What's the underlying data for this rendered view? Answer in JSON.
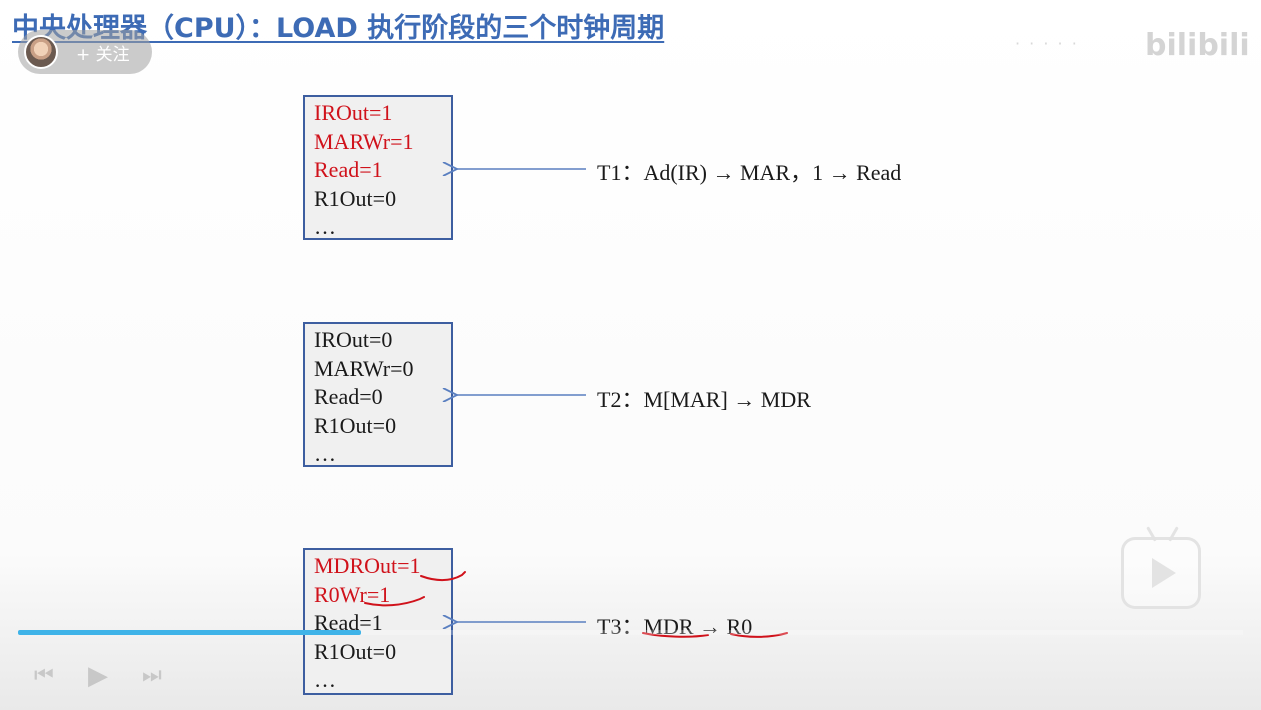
{
  "slide": {
    "title": "中央处理器（CPU）：LOAD 执行阶段的三个时钟周期",
    "cycles": [
      {
        "signals": [
          {
            "text": "IROut=1",
            "active": true
          },
          {
            "text": "MARWr=1",
            "active": true
          },
          {
            "text": "Read=1",
            "active": true
          },
          {
            "text": "R1Out=0",
            "active": false
          },
          {
            "text": "…",
            "active": false
          }
        ],
        "description": "T1：Ad(IR) → MAR，1 → Read"
      },
      {
        "signals": [
          {
            "text": "IROut=0",
            "active": false
          },
          {
            "text": "MARWr=0",
            "active": false
          },
          {
            "text": "Read=0",
            "active": false
          },
          {
            "text": "R1Out=0",
            "active": false
          },
          {
            "text": "…",
            "active": false
          }
        ],
        "description": "T2：M[MAR] → MDR"
      },
      {
        "signals": [
          {
            "text": "MDROut=1",
            "active": true
          },
          {
            "text": "R0Wr=1",
            "active": true
          },
          {
            "text": "Read=1",
            "active": false
          },
          {
            "text": "R1Out=0",
            "active": false
          },
          {
            "text": "…",
            "active": false
          }
        ],
        "description": "T3：MDR → R0"
      }
    ]
  },
  "player": {
    "follow_label": "+ 关注",
    "logo": "bilibili",
    "progress": 0.28,
    "colors": {
      "progress": "#3fb3e8",
      "title": "#3d6bb5",
      "active_signal": "#d0121b",
      "box_border": "#3d5ea0",
      "arrow": "#5a7fc0"
    },
    "icons": {
      "prev": "skip-previous-icon",
      "play": "play-icon",
      "next": "skip-next-icon",
      "big_play": "tv-play-icon"
    }
  }
}
